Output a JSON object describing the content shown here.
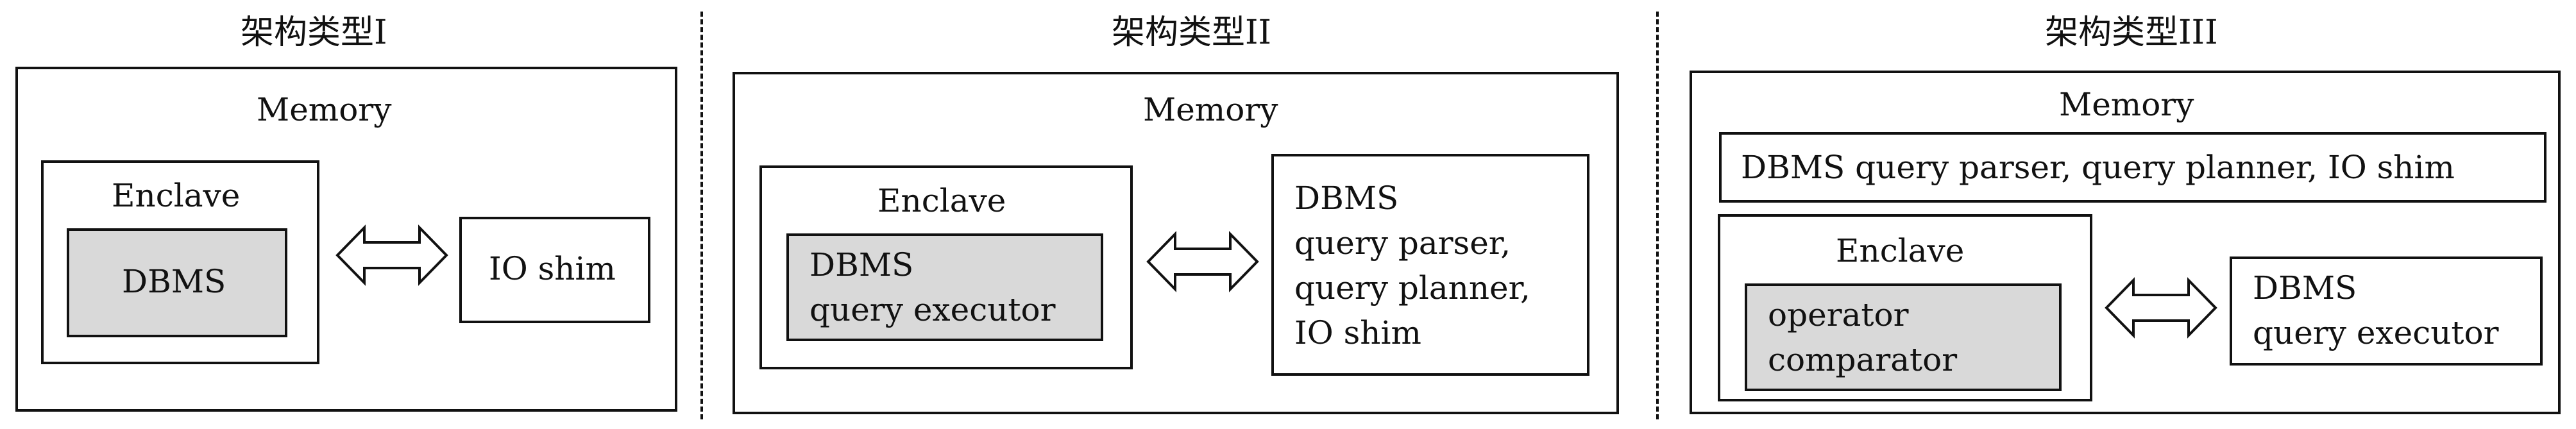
{
  "panels": [
    {
      "title": "架构类型I",
      "memory_label": "Memory",
      "enclave_label": "Enclave",
      "enclave_inner_lines": [
        "DBMS"
      ],
      "outside_lines": [
        "IO shim"
      ]
    },
    {
      "title": "架构类型II",
      "memory_label": "Memory",
      "enclave_label": "Enclave",
      "enclave_inner_lines": [
        "DBMS",
        "query executor"
      ],
      "outside_lines": [
        "DBMS",
        "query parser,",
        "query planner,",
        "IO shim"
      ]
    },
    {
      "title": "架构类型III",
      "memory_label": "Memory",
      "top_bar_text": "DBMS query parser, query planner, IO shim",
      "enclave_label": "Enclave",
      "enclave_inner_lines": [
        "operator",
        "comparator"
      ],
      "outside_lines": [
        "DBMS",
        "query executor"
      ]
    }
  ],
  "colors": {
    "line": "#111111",
    "shaded_fill": "#d9d9d9",
    "background": "#ffffff"
  },
  "icons": {
    "connector": "double-headed-arrow-icon"
  }
}
